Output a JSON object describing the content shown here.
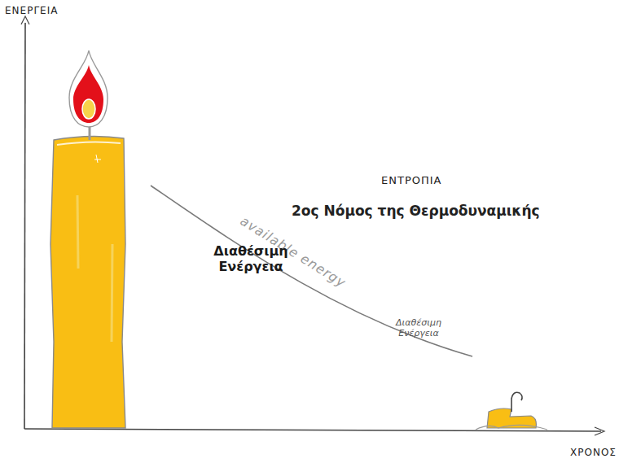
{
  "diagram": {
    "labels": [
      "ΕΝΕΡΓΕΙΑ",
      "ΕΝΤΡΟΠΙΑ",
      "2ος Νόμος της Θερμοδυναμικής",
      "available energy",
      "Διαθέσιμη Ενέργεια",
      "Διαθέσιμη Ενέργεια",
      "ΧΡΟΝΟΣ"
    ]
  }
}
